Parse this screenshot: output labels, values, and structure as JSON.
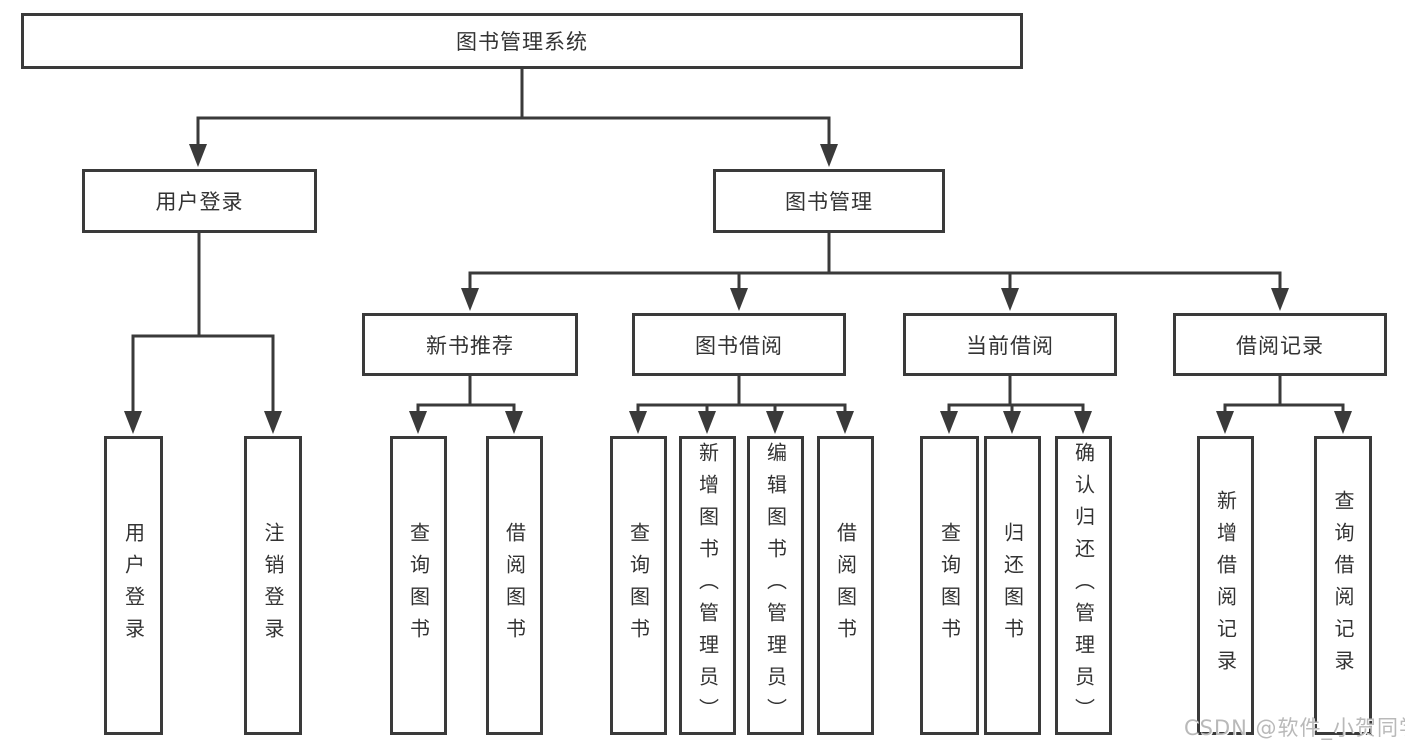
{
  "colors": {
    "line": "#3a3a3a",
    "text": "#333333",
    "watermark": "#b9b9b9",
    "background": "#ffffff"
  },
  "root": {
    "label": "图书管理系统"
  },
  "level2": [
    {
      "label": "用户登录"
    },
    {
      "label": "图书管理"
    }
  ],
  "level3": [
    {
      "label": "新书推荐"
    },
    {
      "label": "图书借阅"
    },
    {
      "label": "当前借阅"
    },
    {
      "label": "借阅记录"
    }
  ],
  "leaves": [
    {
      "label": "用户登录"
    },
    {
      "label": "注销登录"
    },
    {
      "label": "查询图书"
    },
    {
      "label": "借阅图书"
    },
    {
      "label": "查询图书"
    },
    {
      "label": "新增图书（管理员）"
    },
    {
      "label": "编辑图书（管理员）"
    },
    {
      "label": "借阅图书"
    },
    {
      "label": "查询图书"
    },
    {
      "label": "归还图书"
    },
    {
      "label": "确认归还（管理员）"
    },
    {
      "label": "新增借阅记录"
    },
    {
      "label": "查询借阅记录"
    }
  ],
  "watermark": {
    "text": "CSDN @软件_小贺同学"
  }
}
